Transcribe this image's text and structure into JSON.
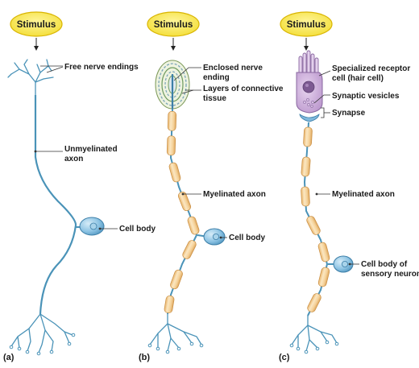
{
  "stimulus_label": "Stimulus",
  "panels": {
    "a": {
      "letter": "(a)",
      "free_nerve_endings": "Free nerve endings",
      "unmyelinated_axon": [
        "Unmyelinated",
        "axon"
      ],
      "cell_body": "Cell body"
    },
    "b": {
      "letter": "(b)",
      "enclosed_ending": [
        "Enclosed nerve",
        "ending"
      ],
      "connective_tissue": [
        "Layers of connective",
        "tissue"
      ],
      "myelinated_axon": "Myelinated axon",
      "cell_body": "Cell body"
    },
    "c": {
      "letter": "(c)",
      "receptor_cell": [
        "Specialized receptor",
        "cell (hair cell)"
      ],
      "synaptic_vesicles": "Synaptic vesicles",
      "synapse": "Synapse",
      "myelinated_axon": "Myelinated axon",
      "cell_body": [
        "Cell body of",
        "sensory neuron"
      ]
    }
  },
  "colors": {
    "stimulus_fill": "#f7e84a",
    "stimulus_stroke": "#d9b400",
    "axon": "#4a93b8",
    "cell_body": "#7fb9dd",
    "myelin": "#f6d59c",
    "receptor": "#c9a8d8"
  }
}
